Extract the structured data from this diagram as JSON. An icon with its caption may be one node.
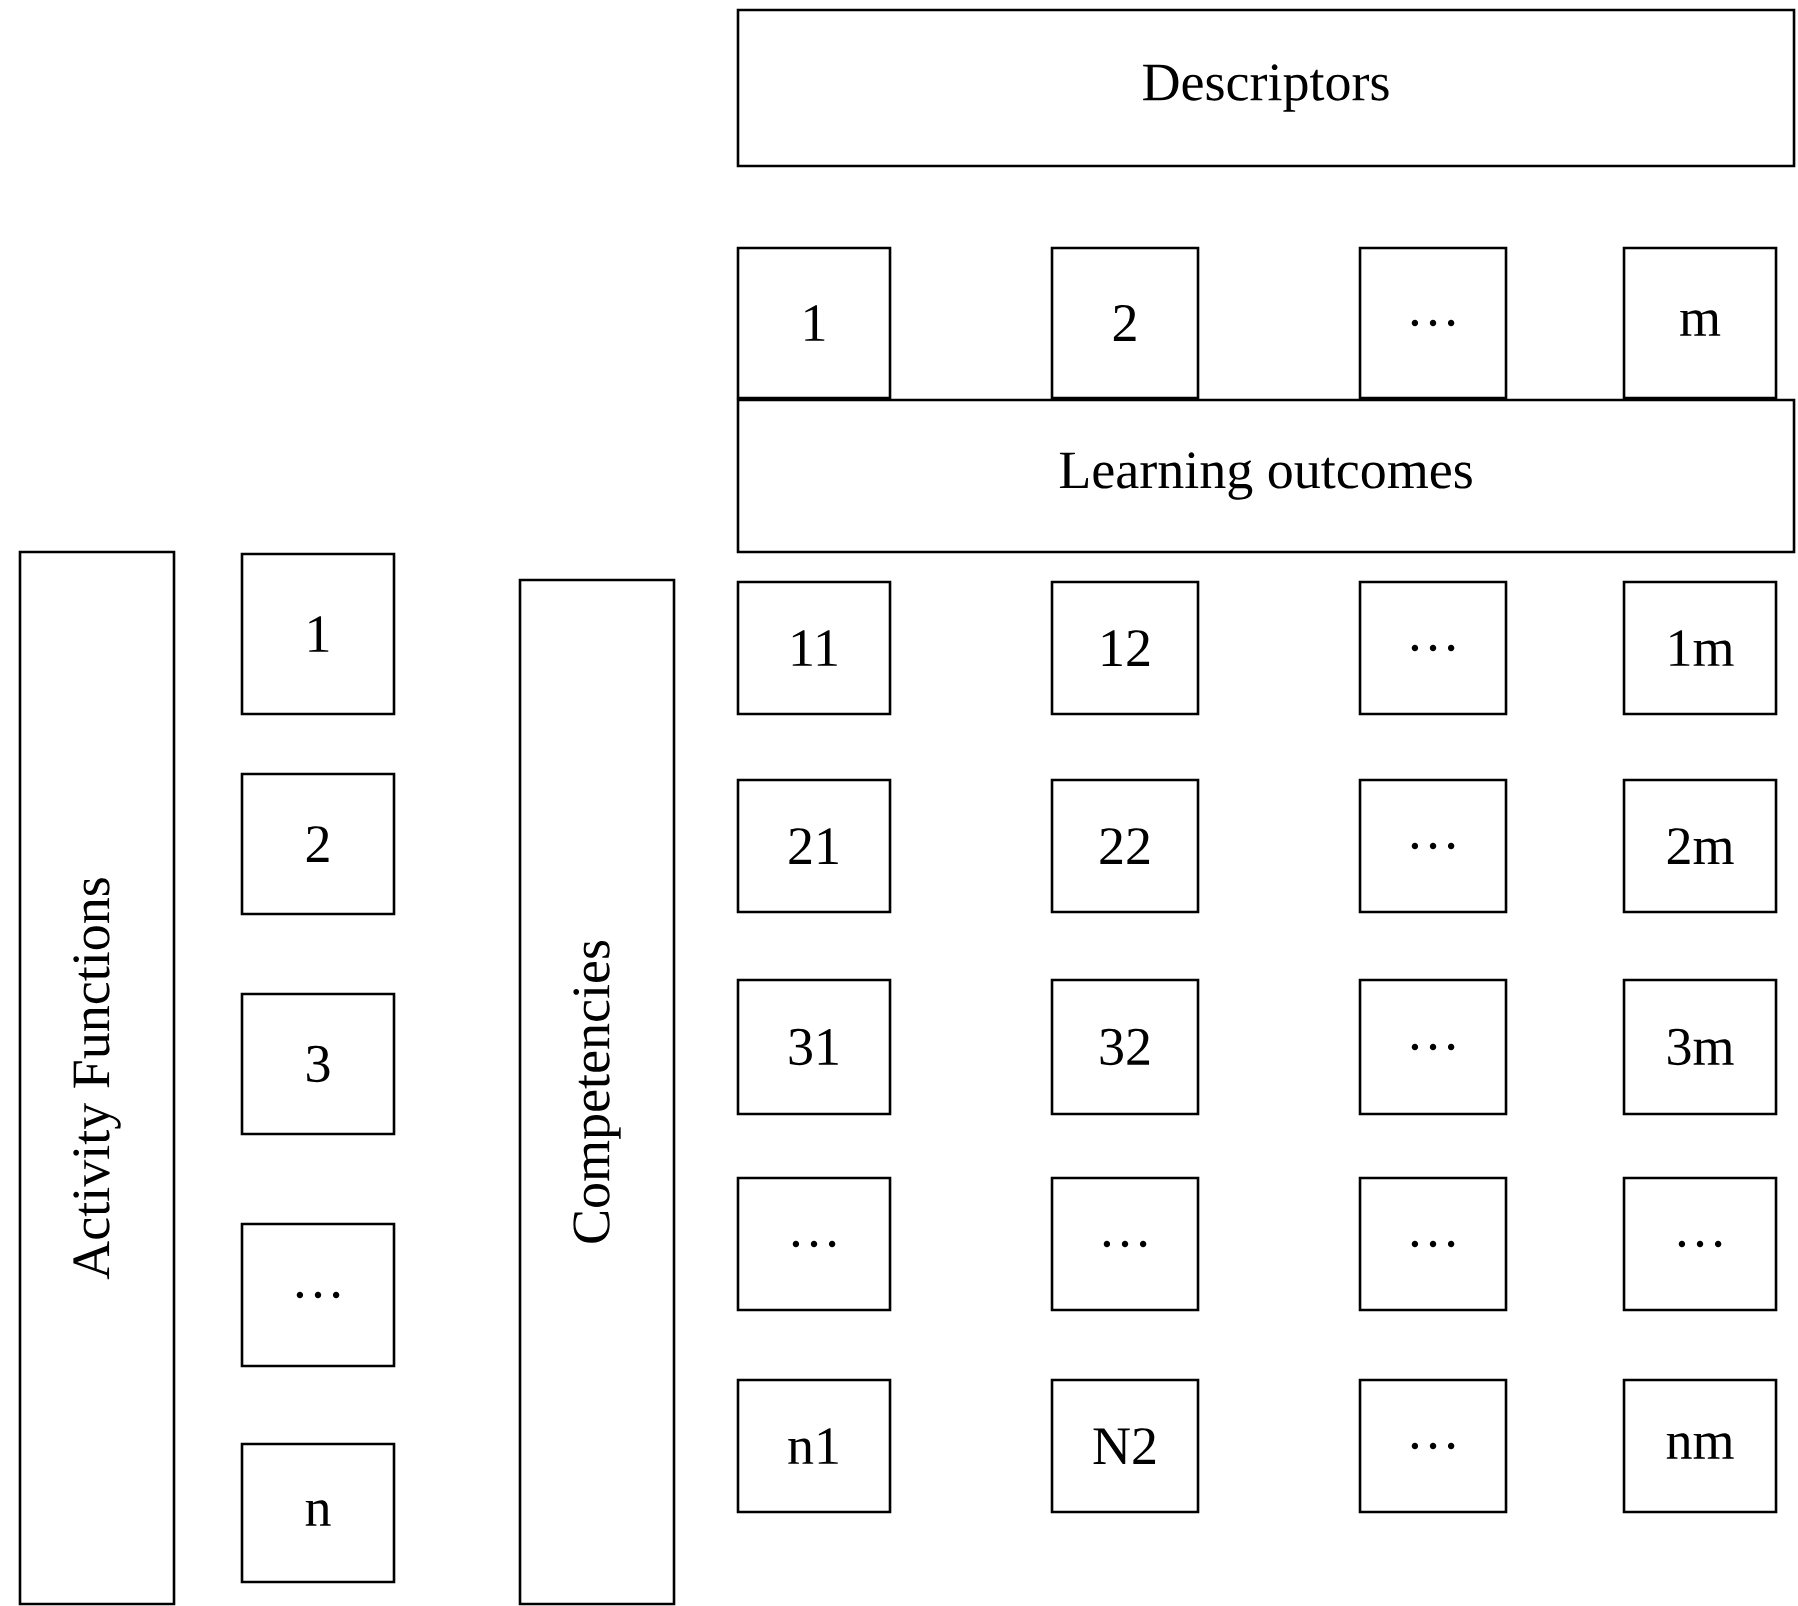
{
  "diagram": {
    "nodes": [
      {
        "text": [
          "Descriptors"
        ]
      },
      {
        "text": [
          "1"
        ]
      },
      {
        "text": [
          "2"
        ]
      },
      {
        "text": [
          "…"
        ]
      },
      {
        "text": [
          "m"
        ]
      },
      {
        "text": [
          "Learning outcomes"
        ]
      },
      {
        "text": [
          "Activity Functions"
        ]
      },
      {
        "text": [
          "1"
        ]
      },
      {
        "text": [
          "2"
        ]
      },
      {
        "text": [
          "3"
        ]
      },
      {
        "text": [
          "…"
        ]
      },
      {
        "text": [
          "n"
        ]
      },
      {
        "text": [
          "Competencies"
        ]
      },
      {
        "text": [
          "11"
        ]
      },
      {
        "text": [
          "12"
        ]
      },
      {
        "text": [
          "…"
        ]
      },
      {
        "text": [
          "1m"
        ]
      },
      {
        "text": [
          "21"
        ]
      },
      {
        "text": [
          "22"
        ]
      },
      {
        "text": [
          "…"
        ]
      },
      {
        "text": [
          "2m"
        ]
      },
      {
        "text": [
          "31"
        ]
      },
      {
        "text": [
          "32"
        ]
      },
      {
        "text": [
          "…"
        ]
      },
      {
        "text": [
          "3m"
        ]
      },
      {
        "text": [
          "…"
        ]
      },
      {
        "text": [
          "…"
        ]
      },
      {
        "text": [
          "…"
        ]
      },
      {
        "text": [
          "…"
        ]
      },
      {
        "text": [
          "n1"
        ]
      },
      {
        "text": [
          "N2"
        ]
      },
      {
        "text": [
          "…"
        ]
      },
      {
        "text": [
          "nm"
        ]
      }
    ]
  }
}
